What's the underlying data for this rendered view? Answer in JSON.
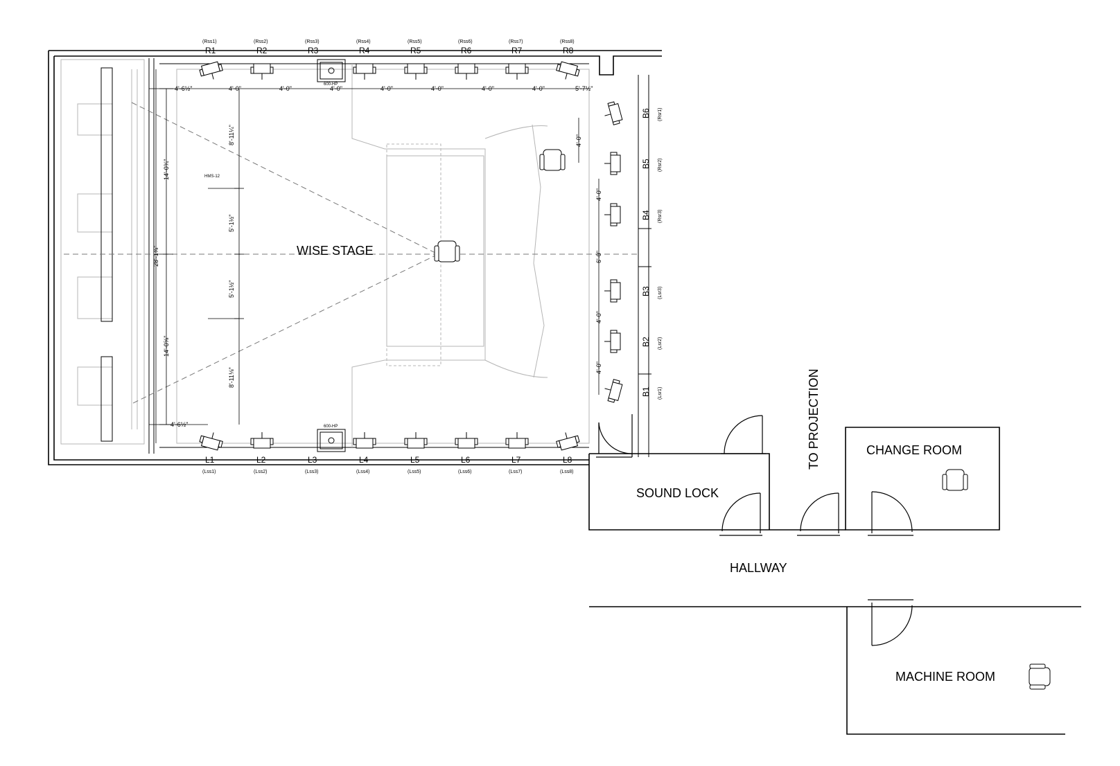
{
  "rooms": {
    "stage": "WISE STAGE",
    "sound_lock": "SOUND LOCK",
    "hallway": "HALLWAY",
    "projection": "TO PROJECTION",
    "change_room": "CHANGE ROOM",
    "machine_room": "MACHINE ROOM"
  },
  "speakers": {
    "right": [
      {
        "label": "R1",
        "channel": "(Rss1)"
      },
      {
        "label": "R2",
        "channel": "(Rss2)"
      },
      {
        "label": "R3",
        "channel": "(Rss3)"
      },
      {
        "label": "R4",
        "channel": "(Rss4)"
      },
      {
        "label": "R5",
        "channel": "(Rss5)"
      },
      {
        "label": "R6",
        "channel": "(Rss6)"
      },
      {
        "label": "R7",
        "channel": "(Rss7)"
      },
      {
        "label": "R8",
        "channel": "(Rss8)"
      }
    ],
    "left": [
      {
        "label": "L1",
        "channel": "(Lss1)"
      },
      {
        "label": "L2",
        "channel": "(Lss2)"
      },
      {
        "label": "L3",
        "channel": "(Lss3)"
      },
      {
        "label": "L4",
        "channel": "(Lss4)"
      },
      {
        "label": "L5",
        "channel": "(Lss5)"
      },
      {
        "label": "L6",
        "channel": "(Lss6)"
      },
      {
        "label": "L7",
        "channel": "(Lss7)"
      },
      {
        "label": "L8",
        "channel": "(Lss8)"
      }
    ],
    "back": [
      {
        "label": "B6",
        "channel": "(Rsr1)"
      },
      {
        "label": "B5",
        "channel": "(Rsr2)"
      },
      {
        "label": "B4",
        "channel": "(Rsr3)"
      },
      {
        "label": "B3",
        "channel": "(Lsr3)"
      },
      {
        "label": "B2",
        "channel": "(Lsr2)"
      },
      {
        "label": "B1",
        "channel": "(Lsr1)"
      }
    ]
  },
  "equipment": {
    "top_sub": "600-HP",
    "bottom_sub": "600-HP",
    "screen_speaker": "HMS-12"
  },
  "dimensions": {
    "top": [
      "4'-6½\"",
      "4'-0\"",
      "4'-0\"",
      "4'-0\"",
      "4'-0\"",
      "4'-0\"",
      "4'-0\"",
      "4'-0\"",
      "5'-7½\""
    ],
    "bottom_first": "4'-6½\"",
    "left_upper": "14'-0¾\"",
    "left_lower": "14'-0⅝\"",
    "left_total": "28'-1⅜\"",
    "center_upper": "8'-11¼\"",
    "center_mid_upper": "5'-1½\"",
    "center_mid_lower": "5'-1½\"",
    "center_lower": "8'-11⅛\"",
    "back_upper": "4'-0\"",
    "back_b5_b4": "4'-0\"",
    "back_center": "6'-0\"",
    "back_b3_b2": "4'-0\"",
    "back_b2_b1": "4'-0\""
  }
}
